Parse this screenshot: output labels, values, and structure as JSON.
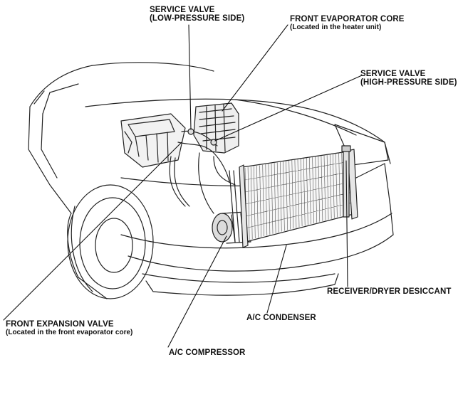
{
  "labels": {
    "service_valve_low": {
      "line1": "SERVICE VALVE",
      "line2": "(LOW-PRESSURE SIDE)"
    },
    "front_evaporator_core": {
      "line1": "FRONT EVAPORATOR CORE",
      "line2": "(Located in the heater unit)"
    },
    "service_valve_high": {
      "line1": "SERVICE VALVE",
      "line2": "(HIGH-PRESSURE SIDE)"
    },
    "receiver_dryer": {
      "line1": "RECEIVER/DRYER DESICCANT"
    },
    "ac_condenser": {
      "line1": "A/C CONDENSER"
    },
    "front_expansion_valve": {
      "line1": "FRONT EXPANSION VALVE",
      "line2": "(Located in the front evaporator core)"
    },
    "ac_compressor": {
      "line1": "A/C COMPRESSOR"
    }
  },
  "colors": {
    "ink": "#111111",
    "background": "#ffffff"
  }
}
